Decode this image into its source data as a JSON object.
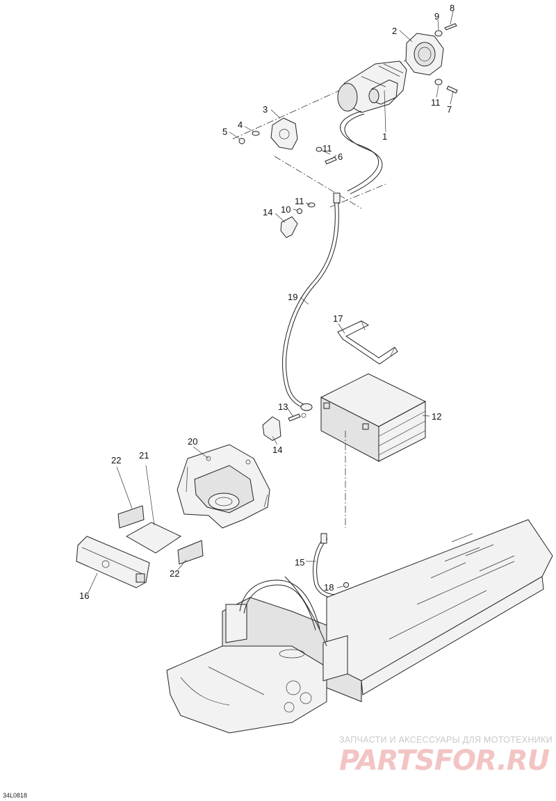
{
  "callouts": [
    {
      "id": "c1",
      "text": "1"
    },
    {
      "id": "c2",
      "text": "2"
    },
    {
      "id": "c3",
      "text": "3"
    },
    {
      "id": "c4",
      "text": "4"
    },
    {
      "id": "c5",
      "text": "5"
    },
    {
      "id": "c6",
      "text": "6"
    },
    {
      "id": "c7",
      "text": "7"
    },
    {
      "id": "c8",
      "text": "8"
    },
    {
      "id": "c9",
      "text": "9"
    },
    {
      "id": "c10",
      "text": "10"
    },
    {
      "id": "c11a",
      "text": "11"
    },
    {
      "id": "c11b",
      "text": "11"
    },
    {
      "id": "c11c",
      "text": "11"
    },
    {
      "id": "c12",
      "text": "12"
    },
    {
      "id": "c13",
      "text": "13"
    },
    {
      "id": "c14a",
      "text": "14"
    },
    {
      "id": "c14b",
      "text": "14"
    },
    {
      "id": "c15",
      "text": "15"
    },
    {
      "id": "c16",
      "text": "16"
    },
    {
      "id": "c17",
      "text": "17"
    },
    {
      "id": "c18",
      "text": "18"
    },
    {
      "id": "c19",
      "text": "19"
    },
    {
      "id": "c20",
      "text": "20"
    },
    {
      "id": "c21",
      "text": "21"
    },
    {
      "id": "c22a",
      "text": "22"
    },
    {
      "id": "c22b",
      "text": "22"
    }
  ],
  "watermark": {
    "line1": "ЗАПЧАСТИ И АКСЕССУАРЫ ДЛЯ МОТОТЕХНИКИ",
    "line2": "PARTSFOR.RU"
  },
  "drawing_code": "34L0818"
}
